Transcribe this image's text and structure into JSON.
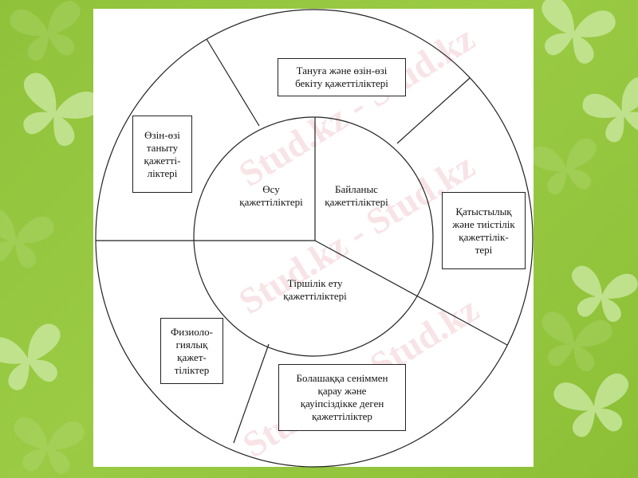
{
  "diagram": {
    "inner": {
      "growth": "Өсу\nқажеттіліктері",
      "relatedness": "Байланыс\nқажеттіліктері",
      "existence": "Тіршілік ету\nқажеттіліктері"
    },
    "outer": {
      "self_realization": "Тануға және өзін-өзі\nбекіту  қажеттіліктері",
      "self_knowledge": "Өзін-өзі\nтаныту\nқажетті-\nліктері",
      "belonging": "Қатыстылық\nжәне тиістілік\nқажеттілік-\nтері",
      "physiological": "Физиоло-\nгиялық\nқажет-\nтіліктер",
      "safety": "Болашаққа сеніммен\nқарау және\nқауіпсіздікке деген\nқажеттіліктер"
    }
  },
  "watermark": {
    "text": "Stud.kz - Stud.kz",
    "color": "#c8283c"
  },
  "colors": {
    "background_green": "#93c63d",
    "butterfly": "#c5e596",
    "panel": "#ffffff",
    "line": "#222222"
  }
}
